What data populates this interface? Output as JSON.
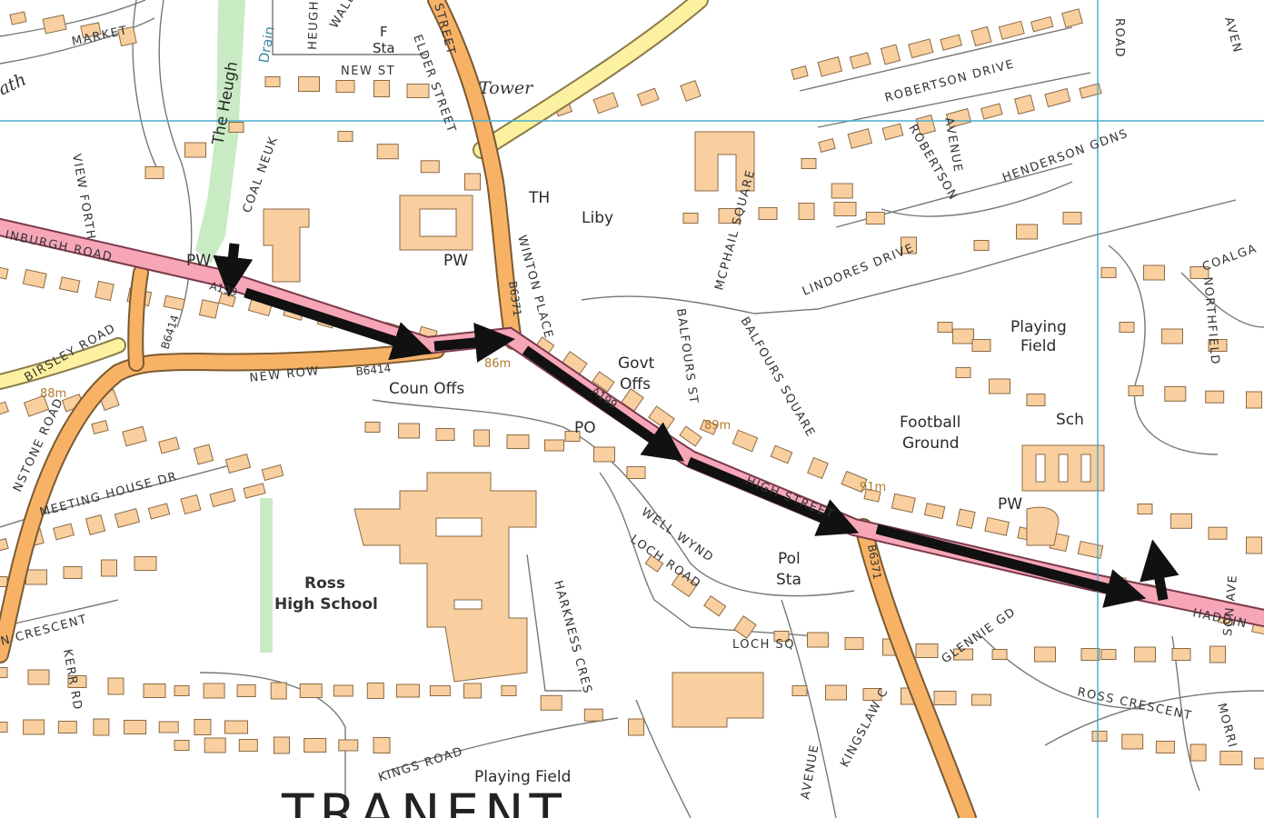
{
  "colors": {
    "background": "#ffffff",
    "building": "#f9cf9f",
    "building_outline": "#8a6a45",
    "road_orange": "#f7b266",
    "road_yellow": "#fbf1a0",
    "road_pink": "#f7a6b8",
    "green_strip": "#c9ebc4",
    "grid_line": "#4aaed0",
    "arrow": "#111111"
  },
  "labels": {
    "market": "MARKET",
    "the_heugh": "The Heugh",
    "drain": "Drain",
    "heugh": "HEUGH",
    "wall": "WALL",
    "f_sta": "F",
    "f_sta2": "Sta",
    "new_st": "NEW ST",
    "elder_street": "ELDER STREET",
    "street_top": "STREET",
    "tower": "Tower",
    "path": "ath",
    "robertson_drive": "ROBERTSON DRIVE",
    "robertson_avenue_a": "ROBERTSON",
    "robertson_avenue_b": "AVENUE",
    "henderson_gdns": "HENDERSON GDNS",
    "road_top_right": "ROAD",
    "ave_top_right": "AVEN",
    "view_forth": "VIEW FORTH",
    "coal_neuk": "COAL NEUK",
    "th": "TH",
    "liby": "Liby",
    "edinburgh_road": "INBURGH ROAD",
    "pw_left": "PW",
    "pw_mid": "PW",
    "a199": "A199",
    "winton_place": "WINTON PLACE",
    "b6371_top": "B6371",
    "mcphail_square": "MCPHAIL SQUARE",
    "lindores_drive": "LINDORES DRIVE",
    "coalgate": "COALGA",
    "northfield": "NORTHFIELD",
    "playing_field_right_a": "Playing",
    "playing_field_right_b": "Field",
    "birsley_road": "BIRSLEY ROAD",
    "b6414_left": "B6414",
    "new_row": "NEW ROW",
    "b6414_row": "B6414",
    "height_86": "86m",
    "height_88": "88m",
    "height_89": "89m",
    "height_91": "91m",
    "coun_offs": "Coun Offs",
    "govt": "Govt",
    "offs": "Offs",
    "balfours_st": "BALFOURS ST",
    "balfours_square": "BALFOURS SQUARE",
    "a199_mid": "A199",
    "po": "PO",
    "football_a": "Football",
    "football_b": "Ground",
    "sch": "Sch",
    "stone_road": "NSTONE ROAD",
    "meeting_house_dr": "MEETING HOUSE DR",
    "high_street": "HIGH STREET",
    "pw_right": "PW",
    "well_wynd": "WELL WYND",
    "loch_road": "LOCH ROAD",
    "pol": "Pol",
    "sta": "Sta",
    "b6371_bottom": "B6371",
    "ross_a": "Ross",
    "ross_b": "High School",
    "crescent_left": "N CRESCENT",
    "kerr_rd": "KERR RD",
    "harkness_cres": "HARKNESS CRES",
    "loch_sq": "LOCH SQ",
    "glenn_gd": "GLENNIE GD",
    "haddington": "HADDIN",
    "ross_crescent": "ROSS CRESCENT",
    "son_ave": "SON AVE",
    "morri": "MORRI",
    "kings_road": "KINGS ROAD",
    "playing_field_bottom": "Playing Field",
    "avenue_bottom": "AVENUE",
    "kingslaw": "KINGSLAW C",
    "town": "TRANENT"
  }
}
